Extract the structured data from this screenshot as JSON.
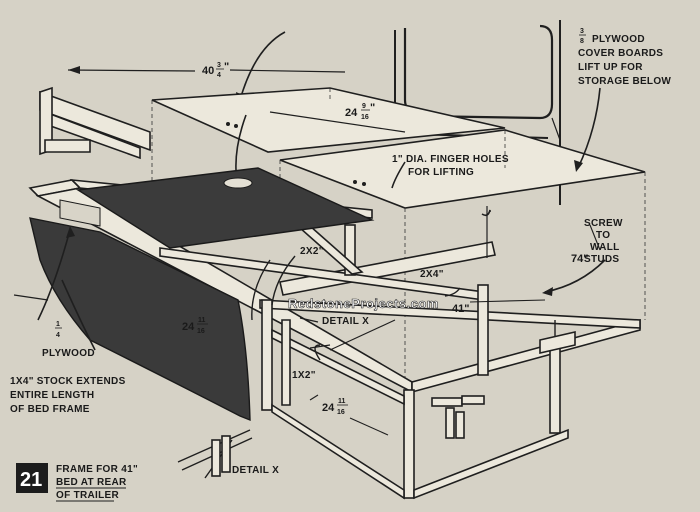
{
  "labels": {
    "cover_line1": "PLYWOOD",
    "cover_line2": "COVER BOARDS",
    "cover_line3": "LIFT UP FOR",
    "cover_line4": "STORAGE BELOW",
    "finger_line1": "1\" DIA. FINGER HOLES",
    "finger_line2": "FOR LIFTING",
    "screw_line1": "SCREW",
    "screw_line2": "TO",
    "screw_line3": "WALL",
    "screw_line4": "STUDS",
    "lbl_2x2": "2X2\"",
    "lbl_2x4": "2X4\"",
    "lbl_1x2": "1X2\"",
    "detail_x_upper": "DETAIL X",
    "detail_x_lower": "DETAIL X",
    "plywood_word": "PLYWOOD",
    "stock_line1": "1X4\" STOCK EXTENDS",
    "stock_line2": "ENTIRE LENGTH",
    "stock_line3": "OF BED FRAME",
    "watermark": "RedstoneProjects.com"
  },
  "dimensions": {
    "d40_whole": "40",
    "d40_num": "3",
    "d40_den": "4",
    "d24_top_whole": "24",
    "d24_top_num": "9",
    "d24_top_den": "16",
    "d74": "74\"",
    "d41": "41\"",
    "d24_side_whole": "24",
    "d24_side_num": "11",
    "d24_side_den": "16",
    "d24_bot_whole": "24",
    "d24_bot_num": "11",
    "d24_bot_den": "16",
    "cover_num": "3",
    "cover_den": "8",
    "ply_num": "1",
    "ply_den": "4"
  },
  "caption": {
    "number": "21",
    "line1": "FRAME FOR 41\"",
    "line2": "BED AT REAR",
    "line3": "OF TRAILER"
  }
}
